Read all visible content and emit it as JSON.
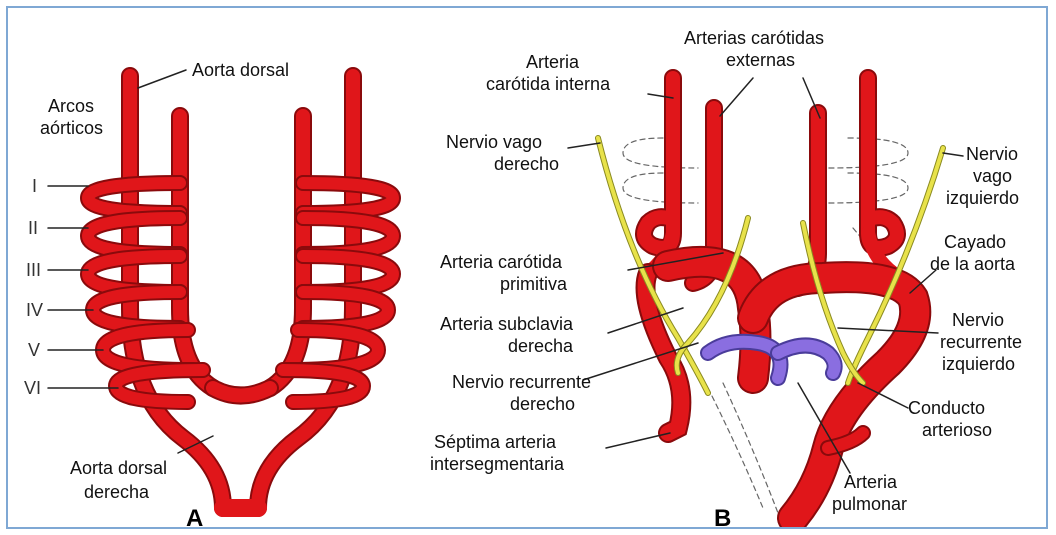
{
  "panels": {
    "A": {
      "letter": "A",
      "labels": {
        "aorta_dorsal": "Aorta dorsal",
        "arcos_1": "Arcos",
        "arcos_2": "aórticos",
        "aorta_dorsal_derecha_1": "Aorta dorsal",
        "aorta_dorsal_derecha_2": "derecha"
      },
      "arch_numerals": [
        "I",
        "II",
        "III",
        "IV",
        "V",
        "VI"
      ]
    },
    "B": {
      "letter": "B",
      "labels": {
        "arteria_carotida_interna_1": "Arteria",
        "arteria_carotida_interna_2": "carótida interna",
        "arterias_carotidas_externas_1": "Arterias carótidas",
        "arterias_carotidas_externas_2": "externas",
        "nervio_vago_derecho_1": "Nervio vago",
        "nervio_vago_derecho_2": "derecho",
        "nervio_vago_izquierdo_1": "Nervio",
        "nervio_vago_izquierdo_2": "vago",
        "nervio_vago_izquierdo_3": "izquierdo",
        "arteria_carotida_primitiva_1": "Arteria carótida",
        "arteria_carotida_primitiva_2": "primitiva",
        "cayado_aorta_1": "Cayado",
        "cayado_aorta_2": "de la aorta",
        "arteria_subclavia_derecha_1": "Arteria subclavia",
        "arteria_subclavia_derecha_2": "derecha",
        "nervio_recurrente_izquierdo_1": "Nervio",
        "nervio_recurrente_izquierdo_2": "recurrente",
        "nervio_recurrente_izquierdo_3": "izquierdo",
        "nervio_recurrente_derecho_1": "Nervio recurrente",
        "nervio_recurrente_derecho_2": "derecho",
        "conducto_arterioso_1": "Conducto",
        "conducto_arterioso_2": "arterioso",
        "septima_arteria_1": "Séptima arteria",
        "septima_arteria_2": "intersegmentaria",
        "arteria_pulmonar_1": "Arteria",
        "arteria_pulmonar_2": "pulmonar"
      }
    }
  },
  "colors": {
    "artery": "#e0161a",
    "artery_outline": "#8a0a0c",
    "nerve": "#e8e24a",
    "nerve_outline": "#8a8a20",
    "pulmonary": "#8a6ee0",
    "frame": "#7fa8d4"
  }
}
